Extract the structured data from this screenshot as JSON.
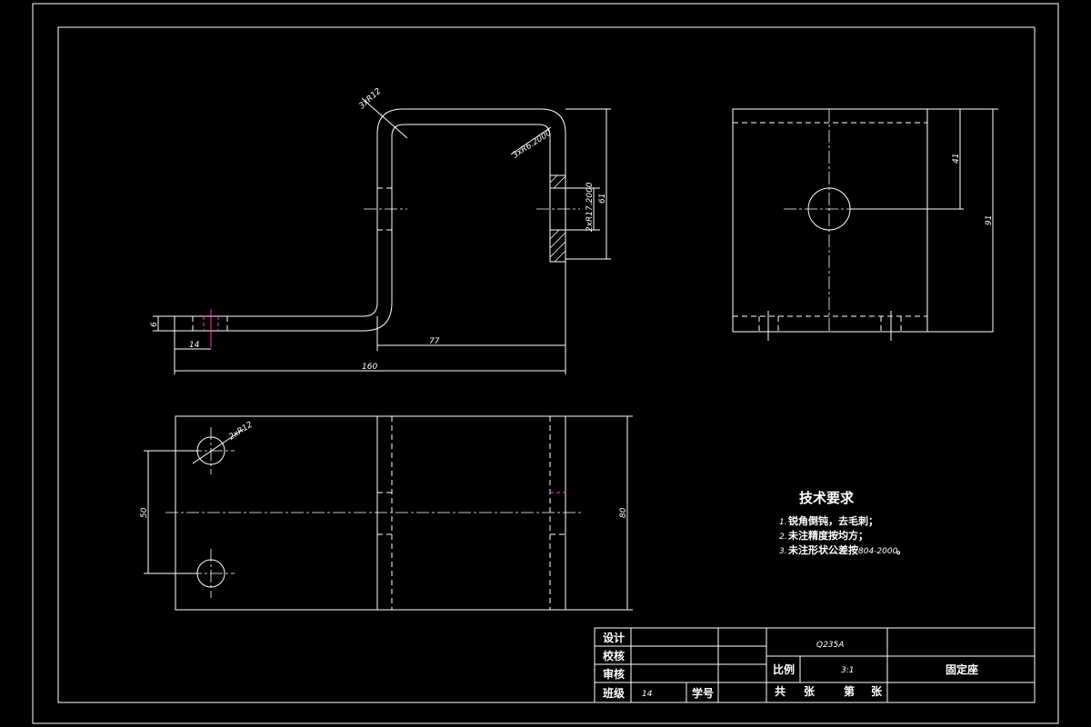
{
  "dimensions": {
    "front_bend_radius_top": "3xR12",
    "front_bend_radius_right": "3xR6.2000",
    "hole_callout_front": "2xR17.2000",
    "height_61": "61",
    "thickness": "6",
    "hole_offset_14": "14",
    "width_77": "77",
    "overall_160": "160",
    "side_height_41": "41",
    "side_overall_91": "91",
    "plan_holes": "2xR12",
    "plan_spacing_50": "50",
    "plan_depth_80": "80"
  },
  "tech_requirements": {
    "title": "技术要求",
    "items": [
      {
        "num": "1.",
        "text": "锐角倒钝，去毛刺；"
      },
      {
        "num": "2.",
        "text": "未注精度按均方；"
      },
      {
        "num": "3.",
        "text": "未注形状公差按"
      },
      {
        "num": "",
        "text": "804-2000"
      },
      {
        "num": "",
        "text": "。"
      }
    ]
  },
  "title_block": {
    "design_label": "设计",
    "check_label": "校核",
    "review_label": "审核",
    "class_label": "班级",
    "class_value": "14",
    "student_id_label": "学号",
    "material": "Q235A",
    "scale_label": "比例",
    "scale_value": "3:1",
    "part_name": "固定座",
    "total_label": "共",
    "sheet_unit_1": "张",
    "page_label": "第",
    "sheet_unit_2": "张"
  },
  "colors": {
    "background": "#000000",
    "lines": "#ffffff",
    "highlight": "#ff33cc"
  }
}
